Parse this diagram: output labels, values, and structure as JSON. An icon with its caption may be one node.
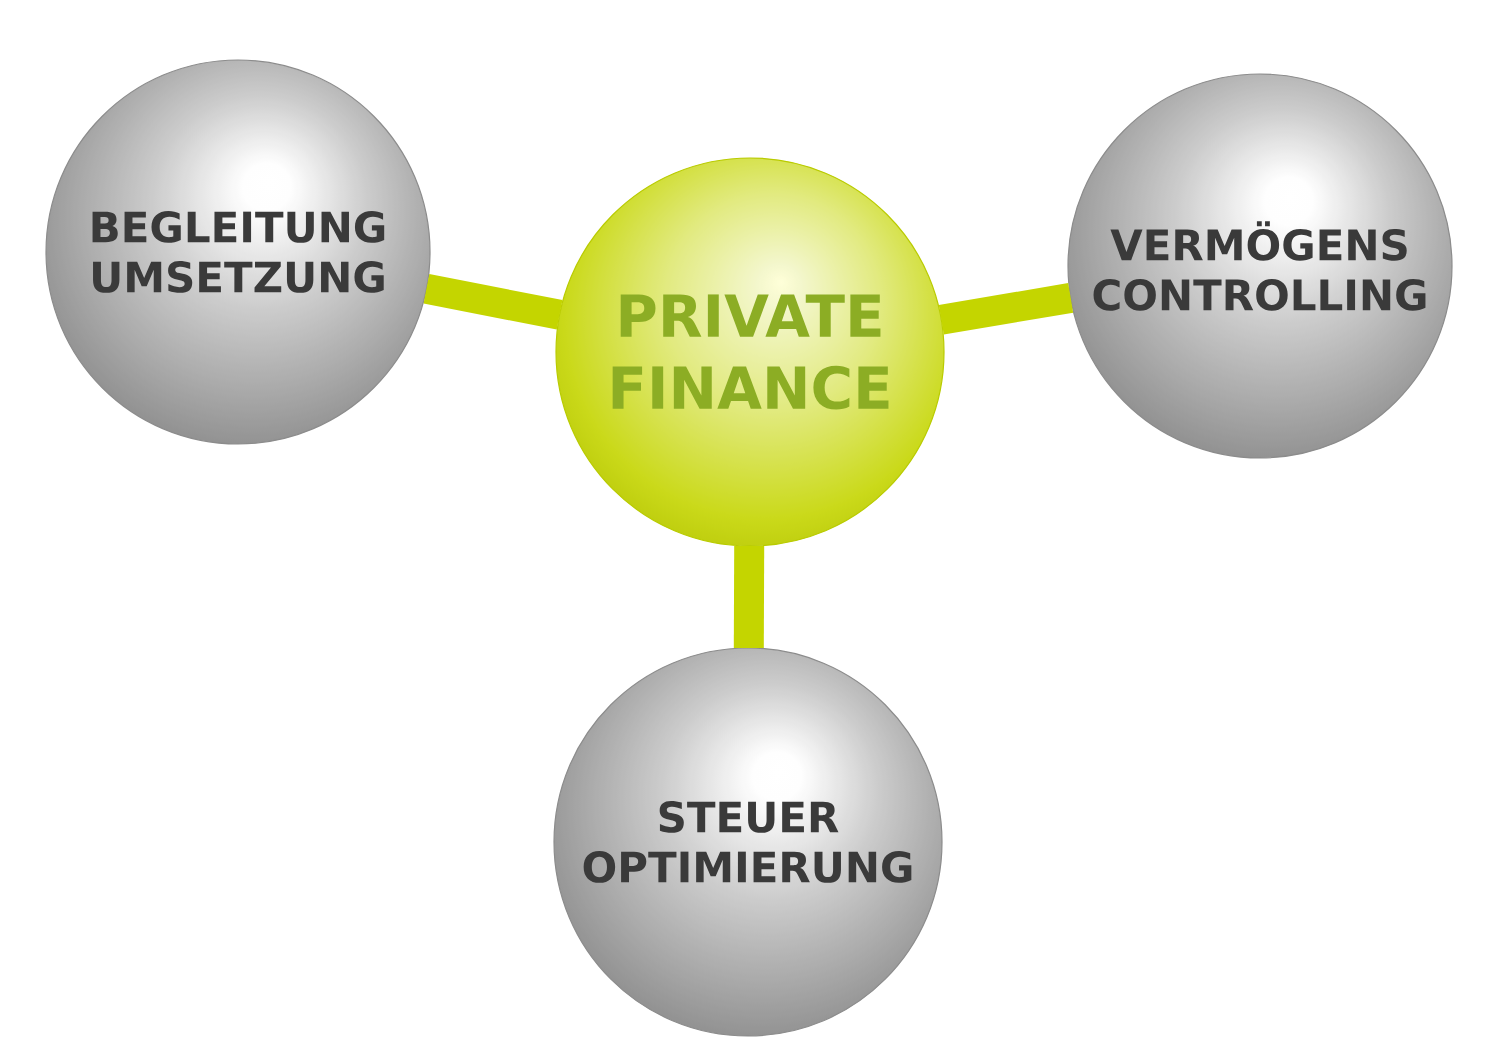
{
  "diagram": {
    "nodes": [
      {
        "text": [
          "BEGLEITUNG UMSETZUNG"
        ]
      },
      {
        "text": [
          "PRIVATE FINANCE"
        ]
      },
      {
        "text": [
          "VERMÖGENS CONTROLLING"
        ]
      },
      {
        "text": [
          "STEUER OPTIMIERUNG"
        ]
      }
    ],
    "edges": [
      {
        "from": 1,
        "to": 0,
        "arrow": "none"
      },
      {
        "from": 1,
        "to": 2,
        "arrow": "none"
      },
      {
        "from": 1,
        "to": 3,
        "arrow": "none"
      }
    ]
  }
}
